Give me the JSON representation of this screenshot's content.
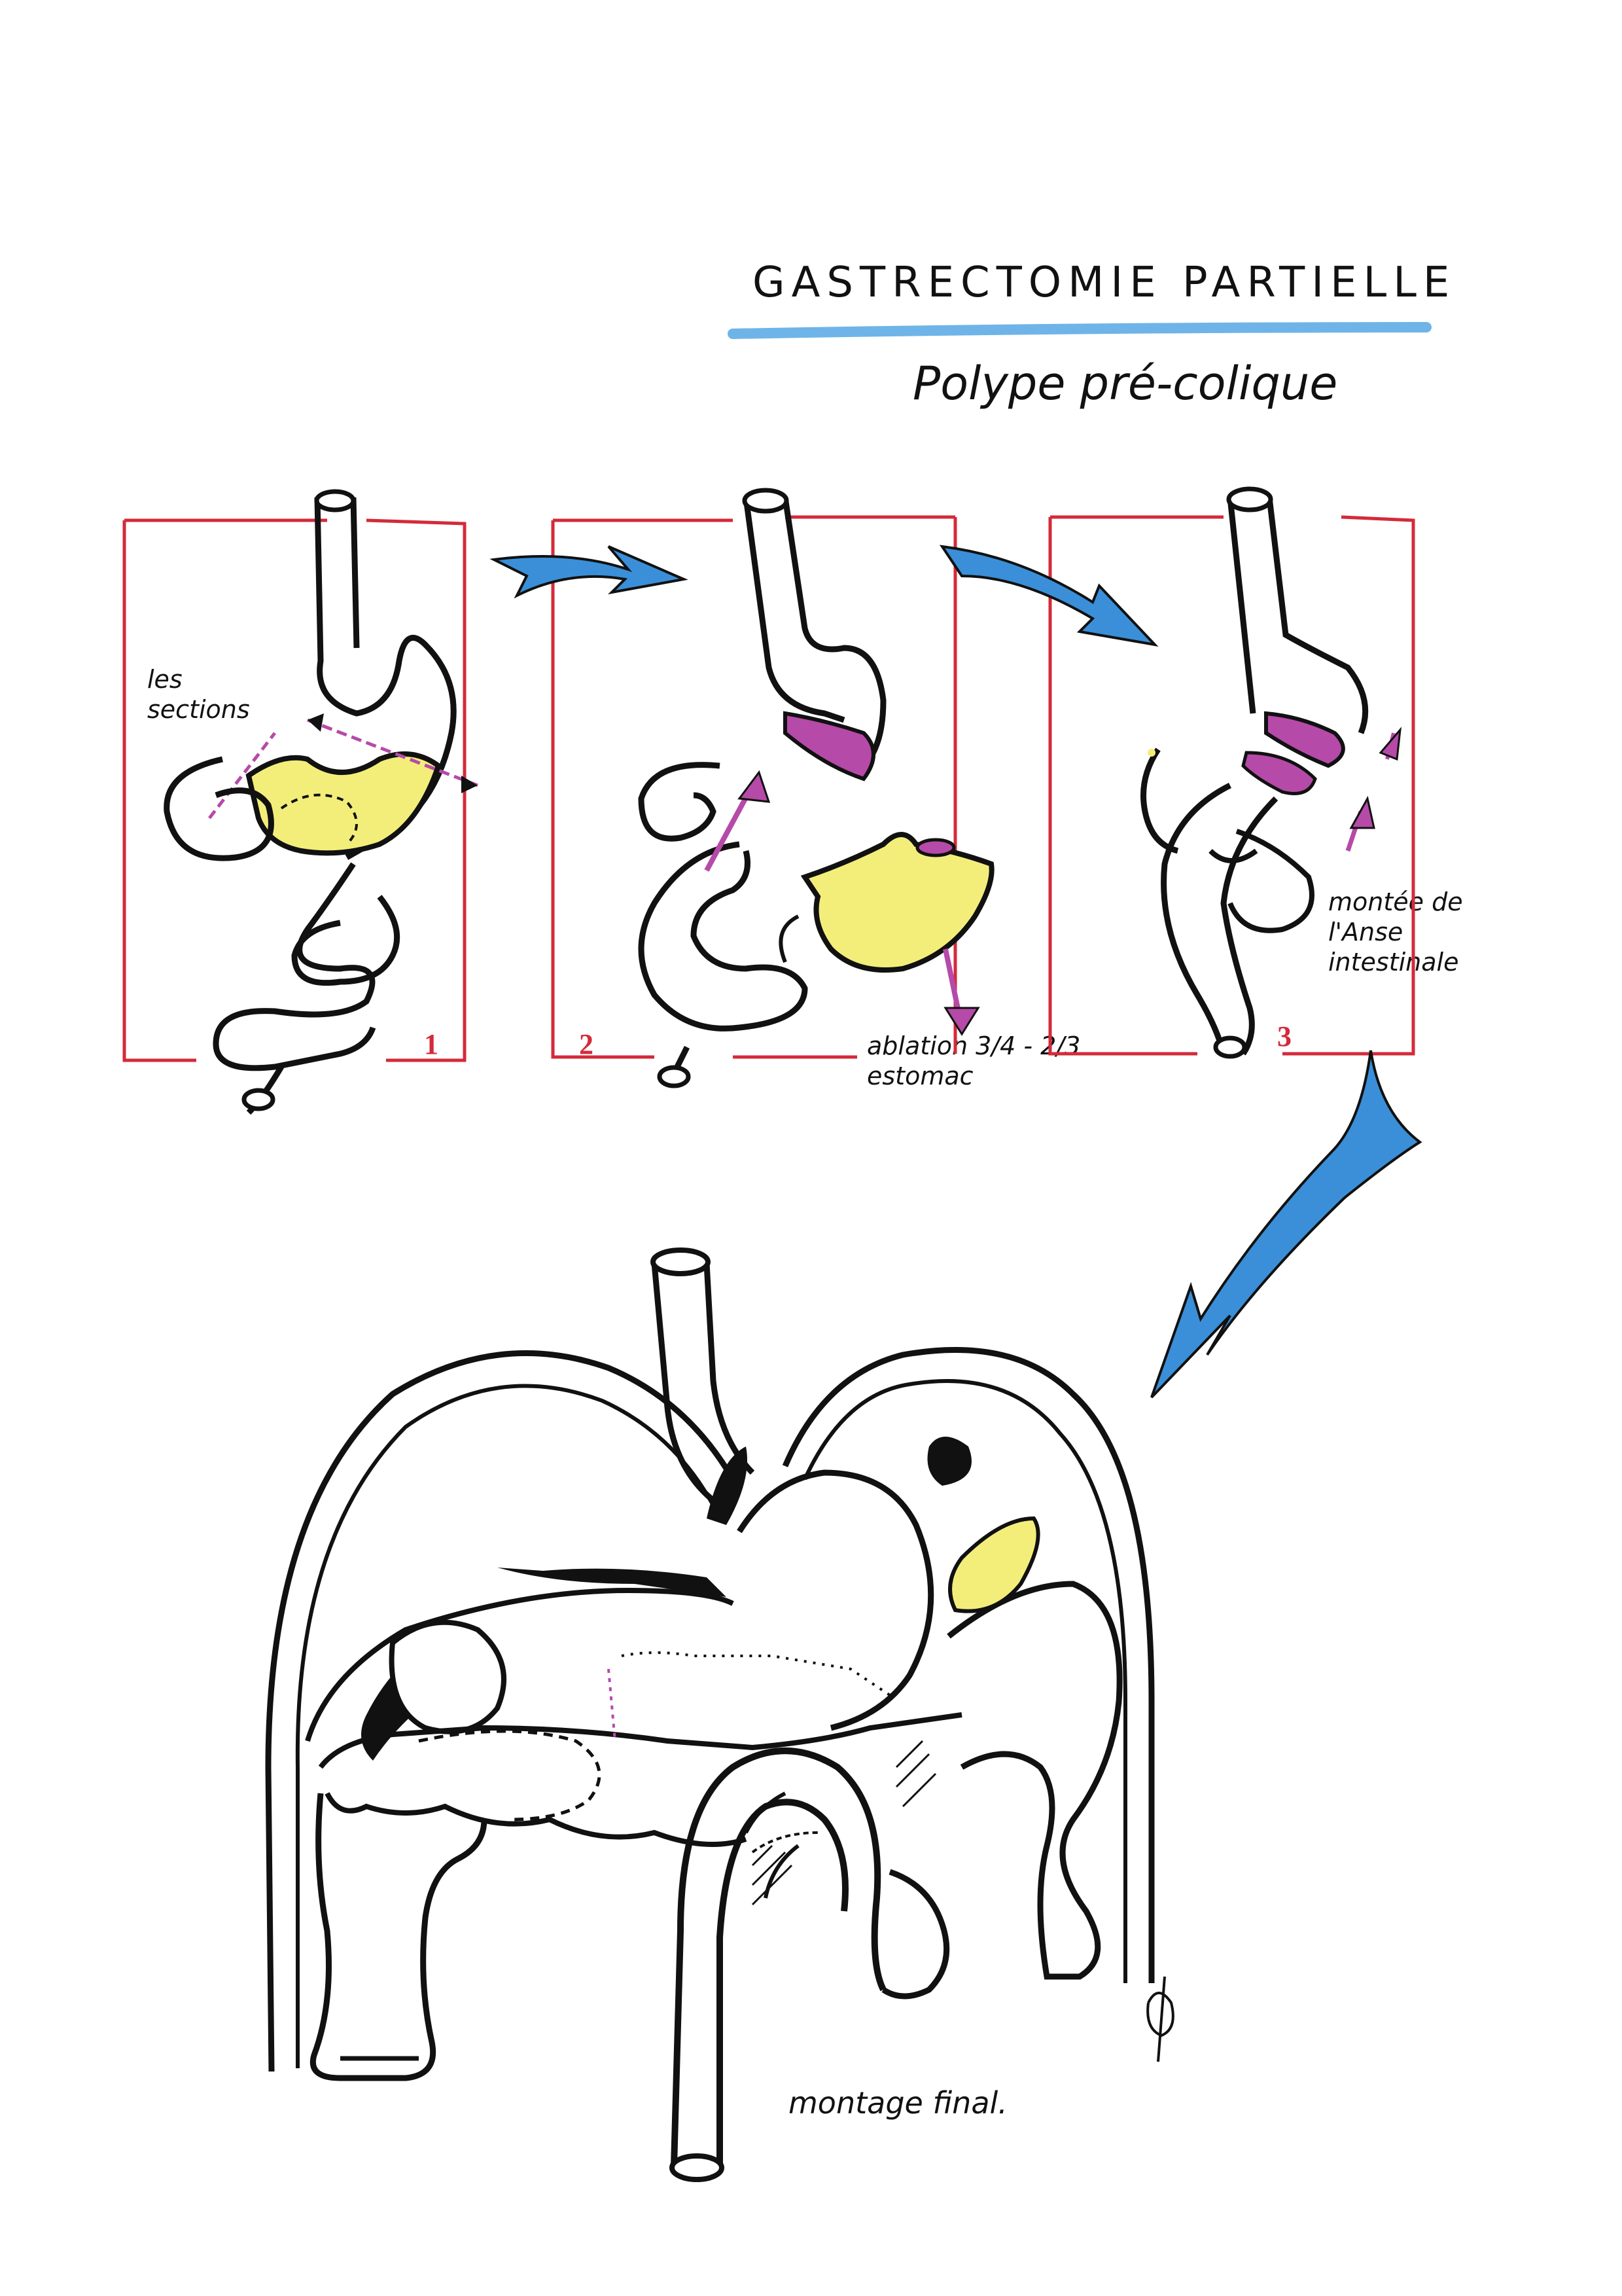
{
  "title": "GASTRECTOMIE PARTIELLE",
  "subtitle": "Polype pré-colique",
  "panels": [
    {
      "number": "1",
      "annotation": "les sections"
    },
    {
      "number": "2",
      "annotation": "ablation 3/4 - 2/3 estomac"
    },
    {
      "number": "3",
      "annotation": "montée de l'Anse intestinale"
    }
  ],
  "final_caption": "montage final.",
  "colors": {
    "frame": "#d42a3a",
    "flow_arrow": "#3a8fd8",
    "stomach_fill": "#f3ee7a",
    "section_mark": "#b64aa8",
    "title_underline": "#6fb4e8"
  }
}
